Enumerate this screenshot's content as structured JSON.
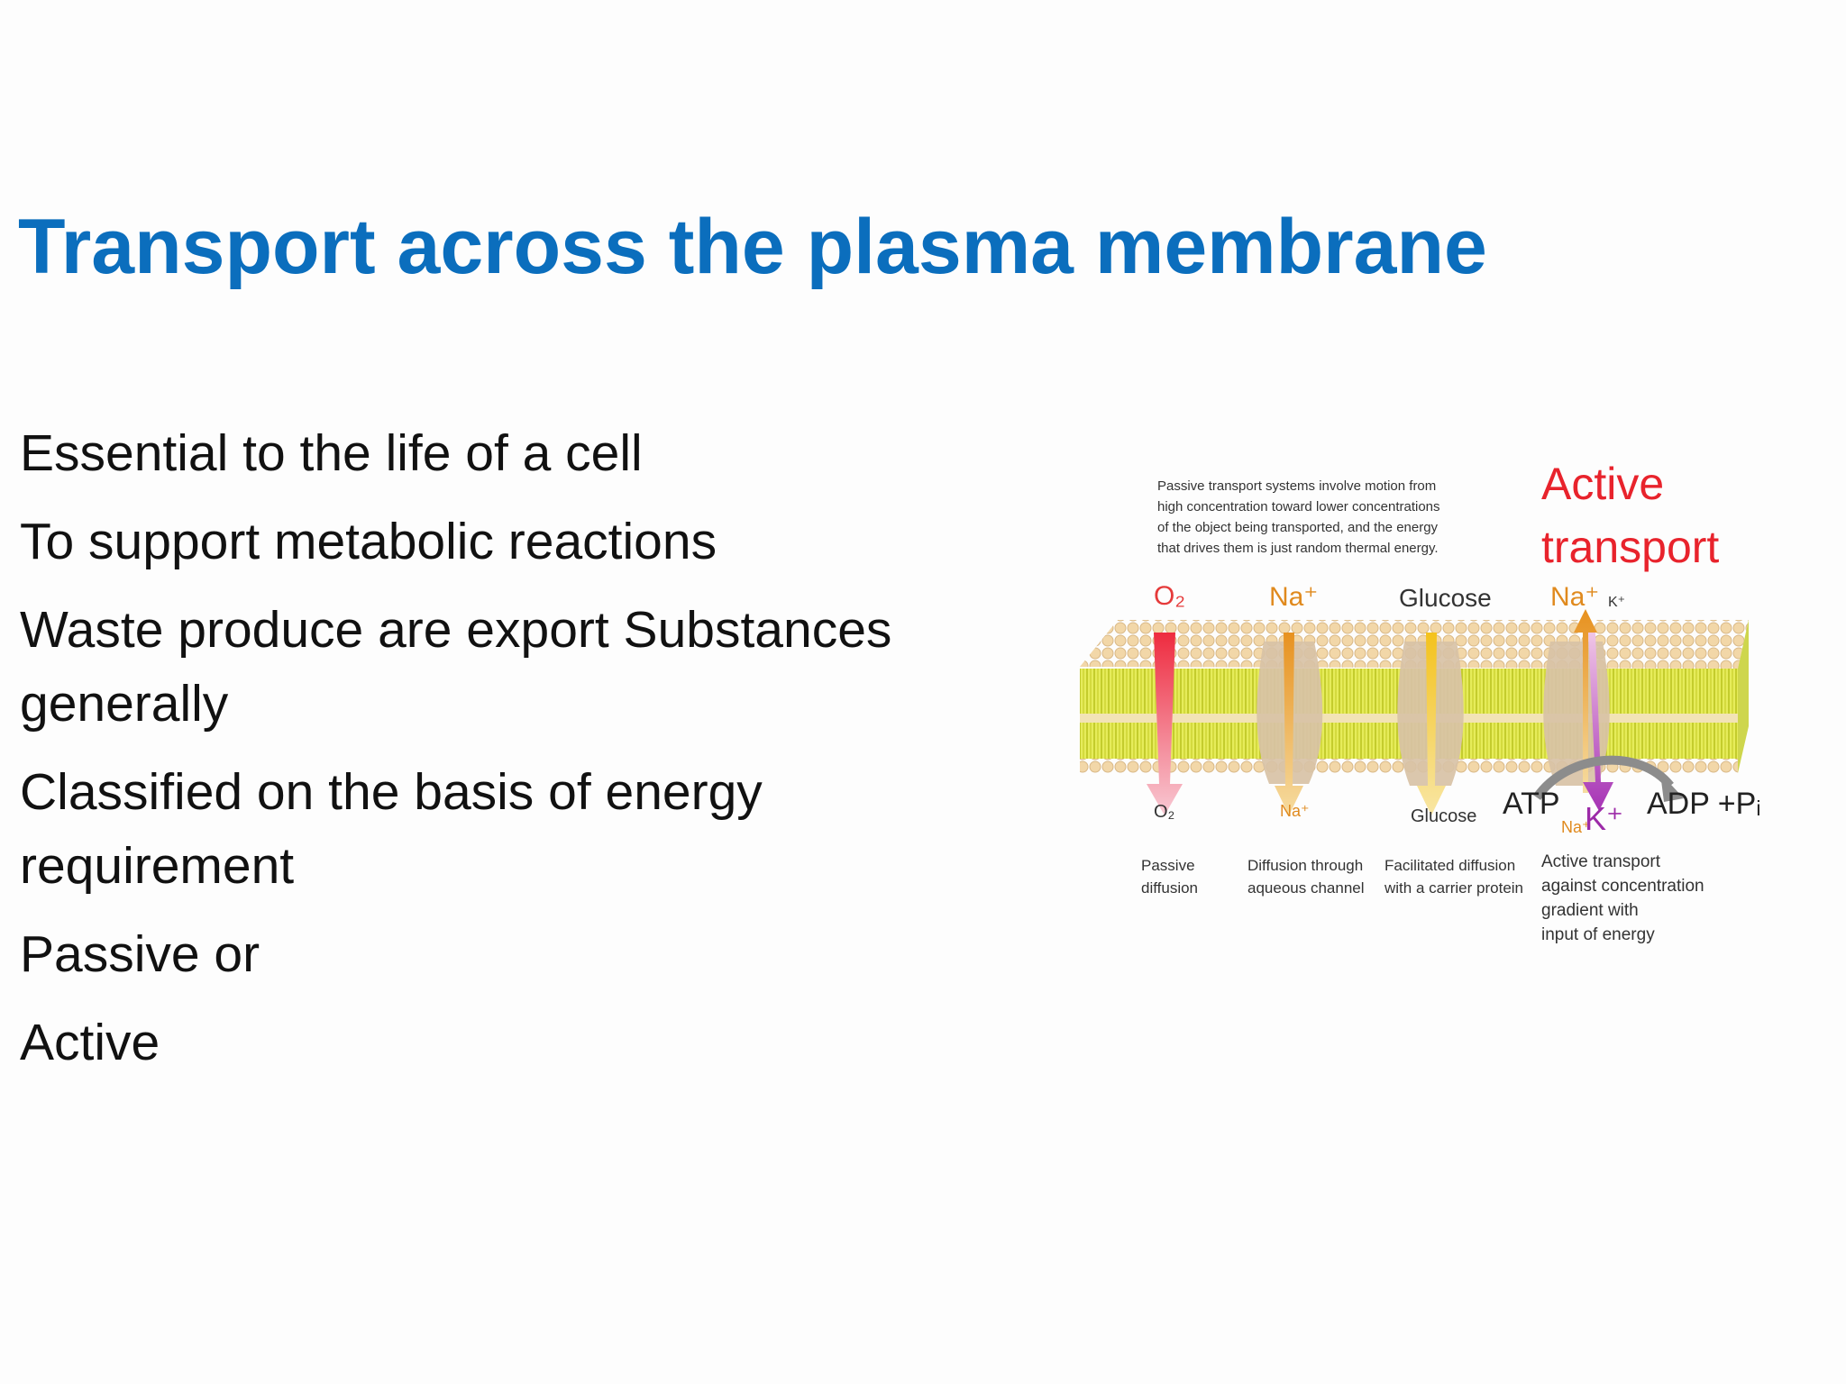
{
  "slide": {
    "title": "Transport across the plasma membrane",
    "bullets": [
      "Essential to the life of a cell",
      "To support metabolic reactions",
      "Waste produce are export Substances generally",
      "Classified on the basis of energy requirement",
      "Passive or",
      "Active"
    ]
  },
  "figure": {
    "passive_note": "Passive transport systems involve motion from high concentration toward lower concentrations of the object being transported, and the energy that drives them is just random thermal energy.",
    "active_heading": "Active\ntransport",
    "top_labels": {
      "o2": "O₂",
      "na1": "Na⁺",
      "glucose": "Glucose",
      "na2": "Na⁺",
      "k": "K⁺"
    },
    "bottom_labels": {
      "o2": "O₂",
      "na": "Na⁺",
      "glucose": "Glucose",
      "atp": "ATP",
      "na2": "Na⁺",
      "k": "K⁺",
      "adp": "ADP +Pᵢ"
    },
    "captions": [
      "Passive\ndiffusion",
      "Diffusion through\naqueous channel",
      "Facilitated diffusion\nwith a carrier protein",
      "Active transport\nagainst concentration\ngradient with\ninput of energy"
    ],
    "colors": {
      "membrane_tail": "#d6e23a",
      "head": "#f2d7a8",
      "o2_arrow": "#ee2b3f",
      "na_arrow": "#eda231",
      "glucose_arrow": "#f4c21c",
      "k_arrow": "#a633b5",
      "protein": "#d8c2a6"
    }
  }
}
